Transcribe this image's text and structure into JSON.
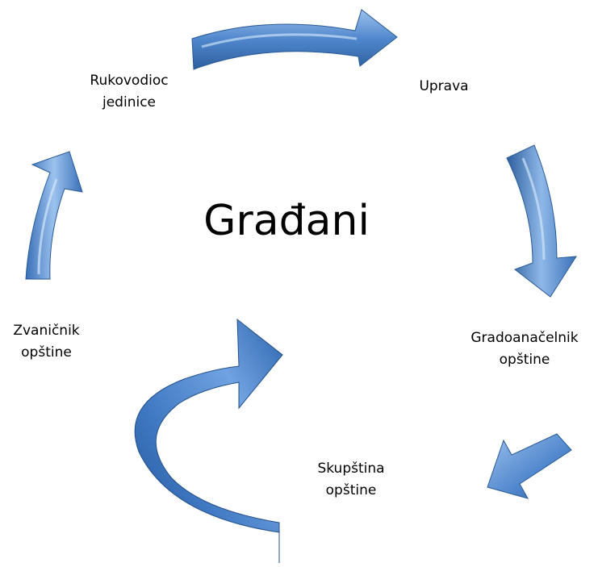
{
  "center": {
    "title": "Građani"
  },
  "nodes": {
    "rukovodioc": {
      "line1": "Rukovodioc",
      "line2": "jedinice"
    },
    "uprava": {
      "line1": "Uprava"
    },
    "gradoanacelnik": {
      "line1": "Gradoanačelnik",
      "line2": "opštine"
    },
    "skupstina": {
      "line1": "Skupština",
      "line2": "opštine"
    },
    "zvanicnik": {
      "line1": "Zvaničnik",
      "line2": "opštine"
    }
  },
  "colors": {
    "arrow_light": "#8fb8e8",
    "arrow_mid": "#4f86cc",
    "arrow_dark": "#2d5f9e",
    "text": "#000000",
    "background": "#ffffff"
  }
}
